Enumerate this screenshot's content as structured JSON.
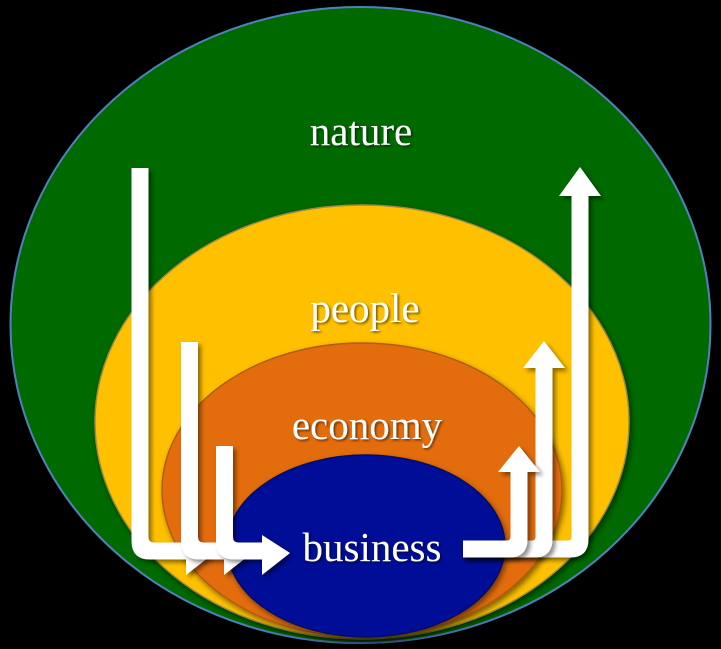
{
  "diagram": {
    "title_hint": "nested sustainability rings",
    "rings": [
      {
        "label": "nature",
        "color": "#006903"
      },
      {
        "label": "people",
        "color": "#FFC000"
      },
      {
        "label": "economy",
        "color": "#E36C09"
      },
      {
        "label": "business",
        "color": "#000E96"
      }
    ],
    "outline_color": "#4F81BD",
    "arrow_color": "#FFFFFF",
    "background_color": "#000000"
  }
}
